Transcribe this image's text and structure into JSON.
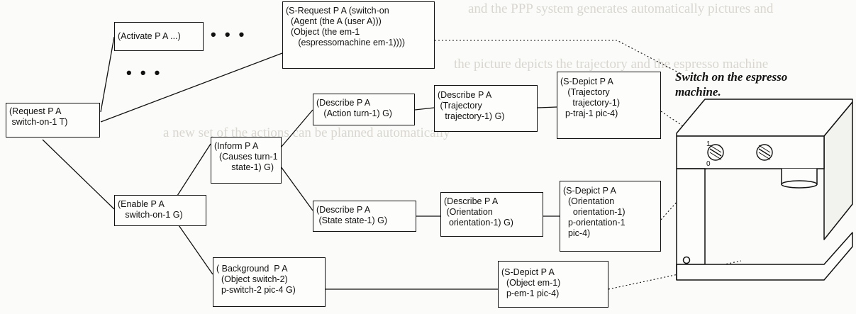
{
  "background_text": [
    "and the PPP system generates automatically pictures and",
    "the picture depicts the trajectory and the espresso machine",
    "a new set of the actions can be planned automatically"
  ],
  "nodes": {
    "request": "(Request P A\n switch-on-1 T)",
    "activate": "(Activate P A ...)",
    "s_request": "(S-Request P A (switch-on\n  (Agent (the A (user A)))\n  (Object (the em-1\n     (espressomachine em-1))))",
    "enable": "(Enable P A\n   switch-on-1 G)",
    "inform": "(Inform P A\n  (Causes turn-1\n       state-1) G)",
    "background": "( Background  P A\n  (Object switch-2)\n  p-switch-2 pic-4 G)",
    "describe_action": "(Describe P A\n   (Action turn-1) G)",
    "describe_state": "(Describe P A\n (State state-1) G)",
    "describe_trajectory": "(Describe P A\n (Trajectory\n   trajectory-1) G)",
    "describe_orientation": "(Describe P A\n (Orientation\n  orientation-1) G)",
    "sdepict_trajectory": "(S-Depict P A\n   (Trajectory\n     trajectory-1)\n  p-traj-1 pic-4)",
    "sdepict_orientation": "(S-Depict P A\n  (Orientation\n    orientation-1)\n  p-orientation-1\n  pic-4)",
    "sdepict_em": "(S-Depict P A\n  (Object em-1)\n  p-em-1 pic-4)"
  },
  "ellipses": [
    "• • •",
    "• • •"
  ],
  "caption": "Switch on the espresso\nmachine.",
  "illustration": {
    "name": "espresso-machine",
    "dial_labels": [
      "1",
      "0"
    ]
  },
  "colors": {
    "ink": "#111111",
    "paper": "#fbfbf9",
    "faint": "#d8d6cf"
  }
}
